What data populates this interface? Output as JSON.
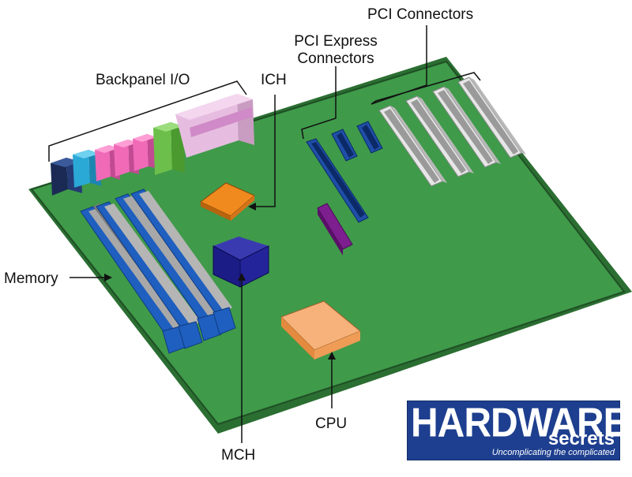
{
  "labels": {
    "backpanel_io": "Backpanel I/O",
    "ich": "ICH",
    "pci_express": "PCI Express Connectors",
    "pci": "PCI Connectors",
    "memory": "Memory",
    "mch": "MCH",
    "cpu": "CPU"
  },
  "logo": {
    "word1": "HARDWARE",
    "word2": "secrets",
    "tagline": "Uncomplicating the complicated"
  },
  "colors": {
    "board": "#3f9a4a",
    "board_edge": "#2b6e32",
    "pci_slot": "#d9d9d9",
    "pcie_slot": "#1f4fa8",
    "memory_slot": "#1f5fbf",
    "ich_chip": "#f08a1e",
    "mch_chip": "#1c1c86",
    "cpu_chip": "#f6b27a",
    "purple_part": "#7d1f8f",
    "logo_bg": "#1e3f8f"
  }
}
